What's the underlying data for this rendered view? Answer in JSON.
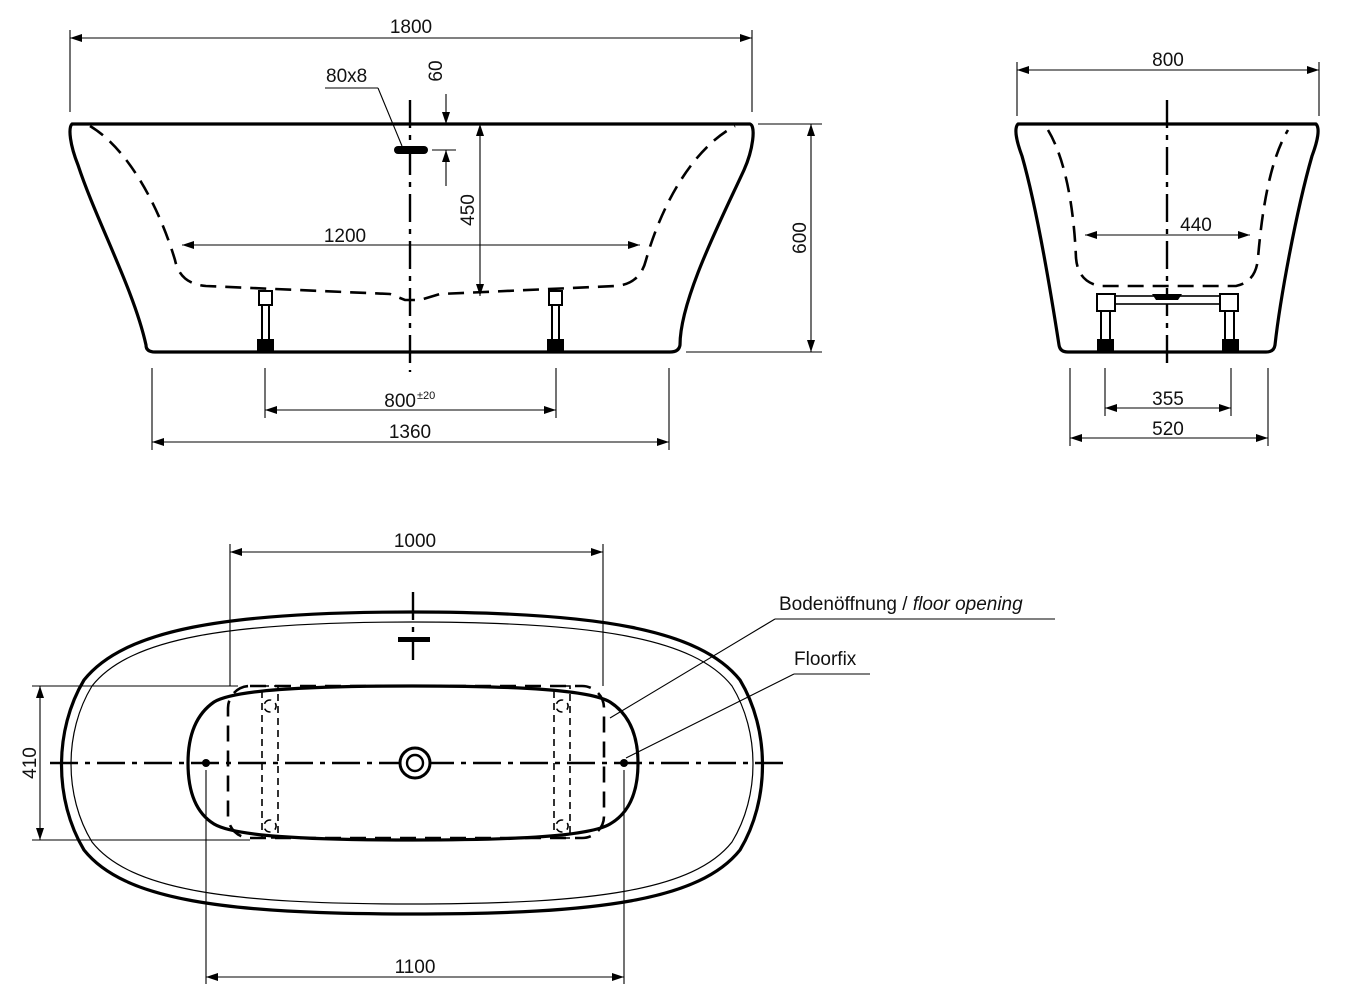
{
  "side_view": {
    "overall_length": "1800",
    "overflow_size": "80x8",
    "overflow_offset": "60",
    "overflow_height": "450",
    "inner_length": "1200",
    "height": "600",
    "foot_spacing": "800",
    "foot_tolerance": "±20",
    "base_length": "1360"
  },
  "end_view": {
    "overall_width": "800",
    "inner_width": "440",
    "foot_spacing": "355",
    "base_width": "520"
  },
  "plan_view": {
    "opening_length": "1000",
    "opening_width": "410",
    "floorfix_spacing": "1100",
    "label_floor_opening_de": "Bodenöffnung / ",
    "label_floor_opening_en": "floor opening",
    "label_floorfix": "Floorfix"
  }
}
